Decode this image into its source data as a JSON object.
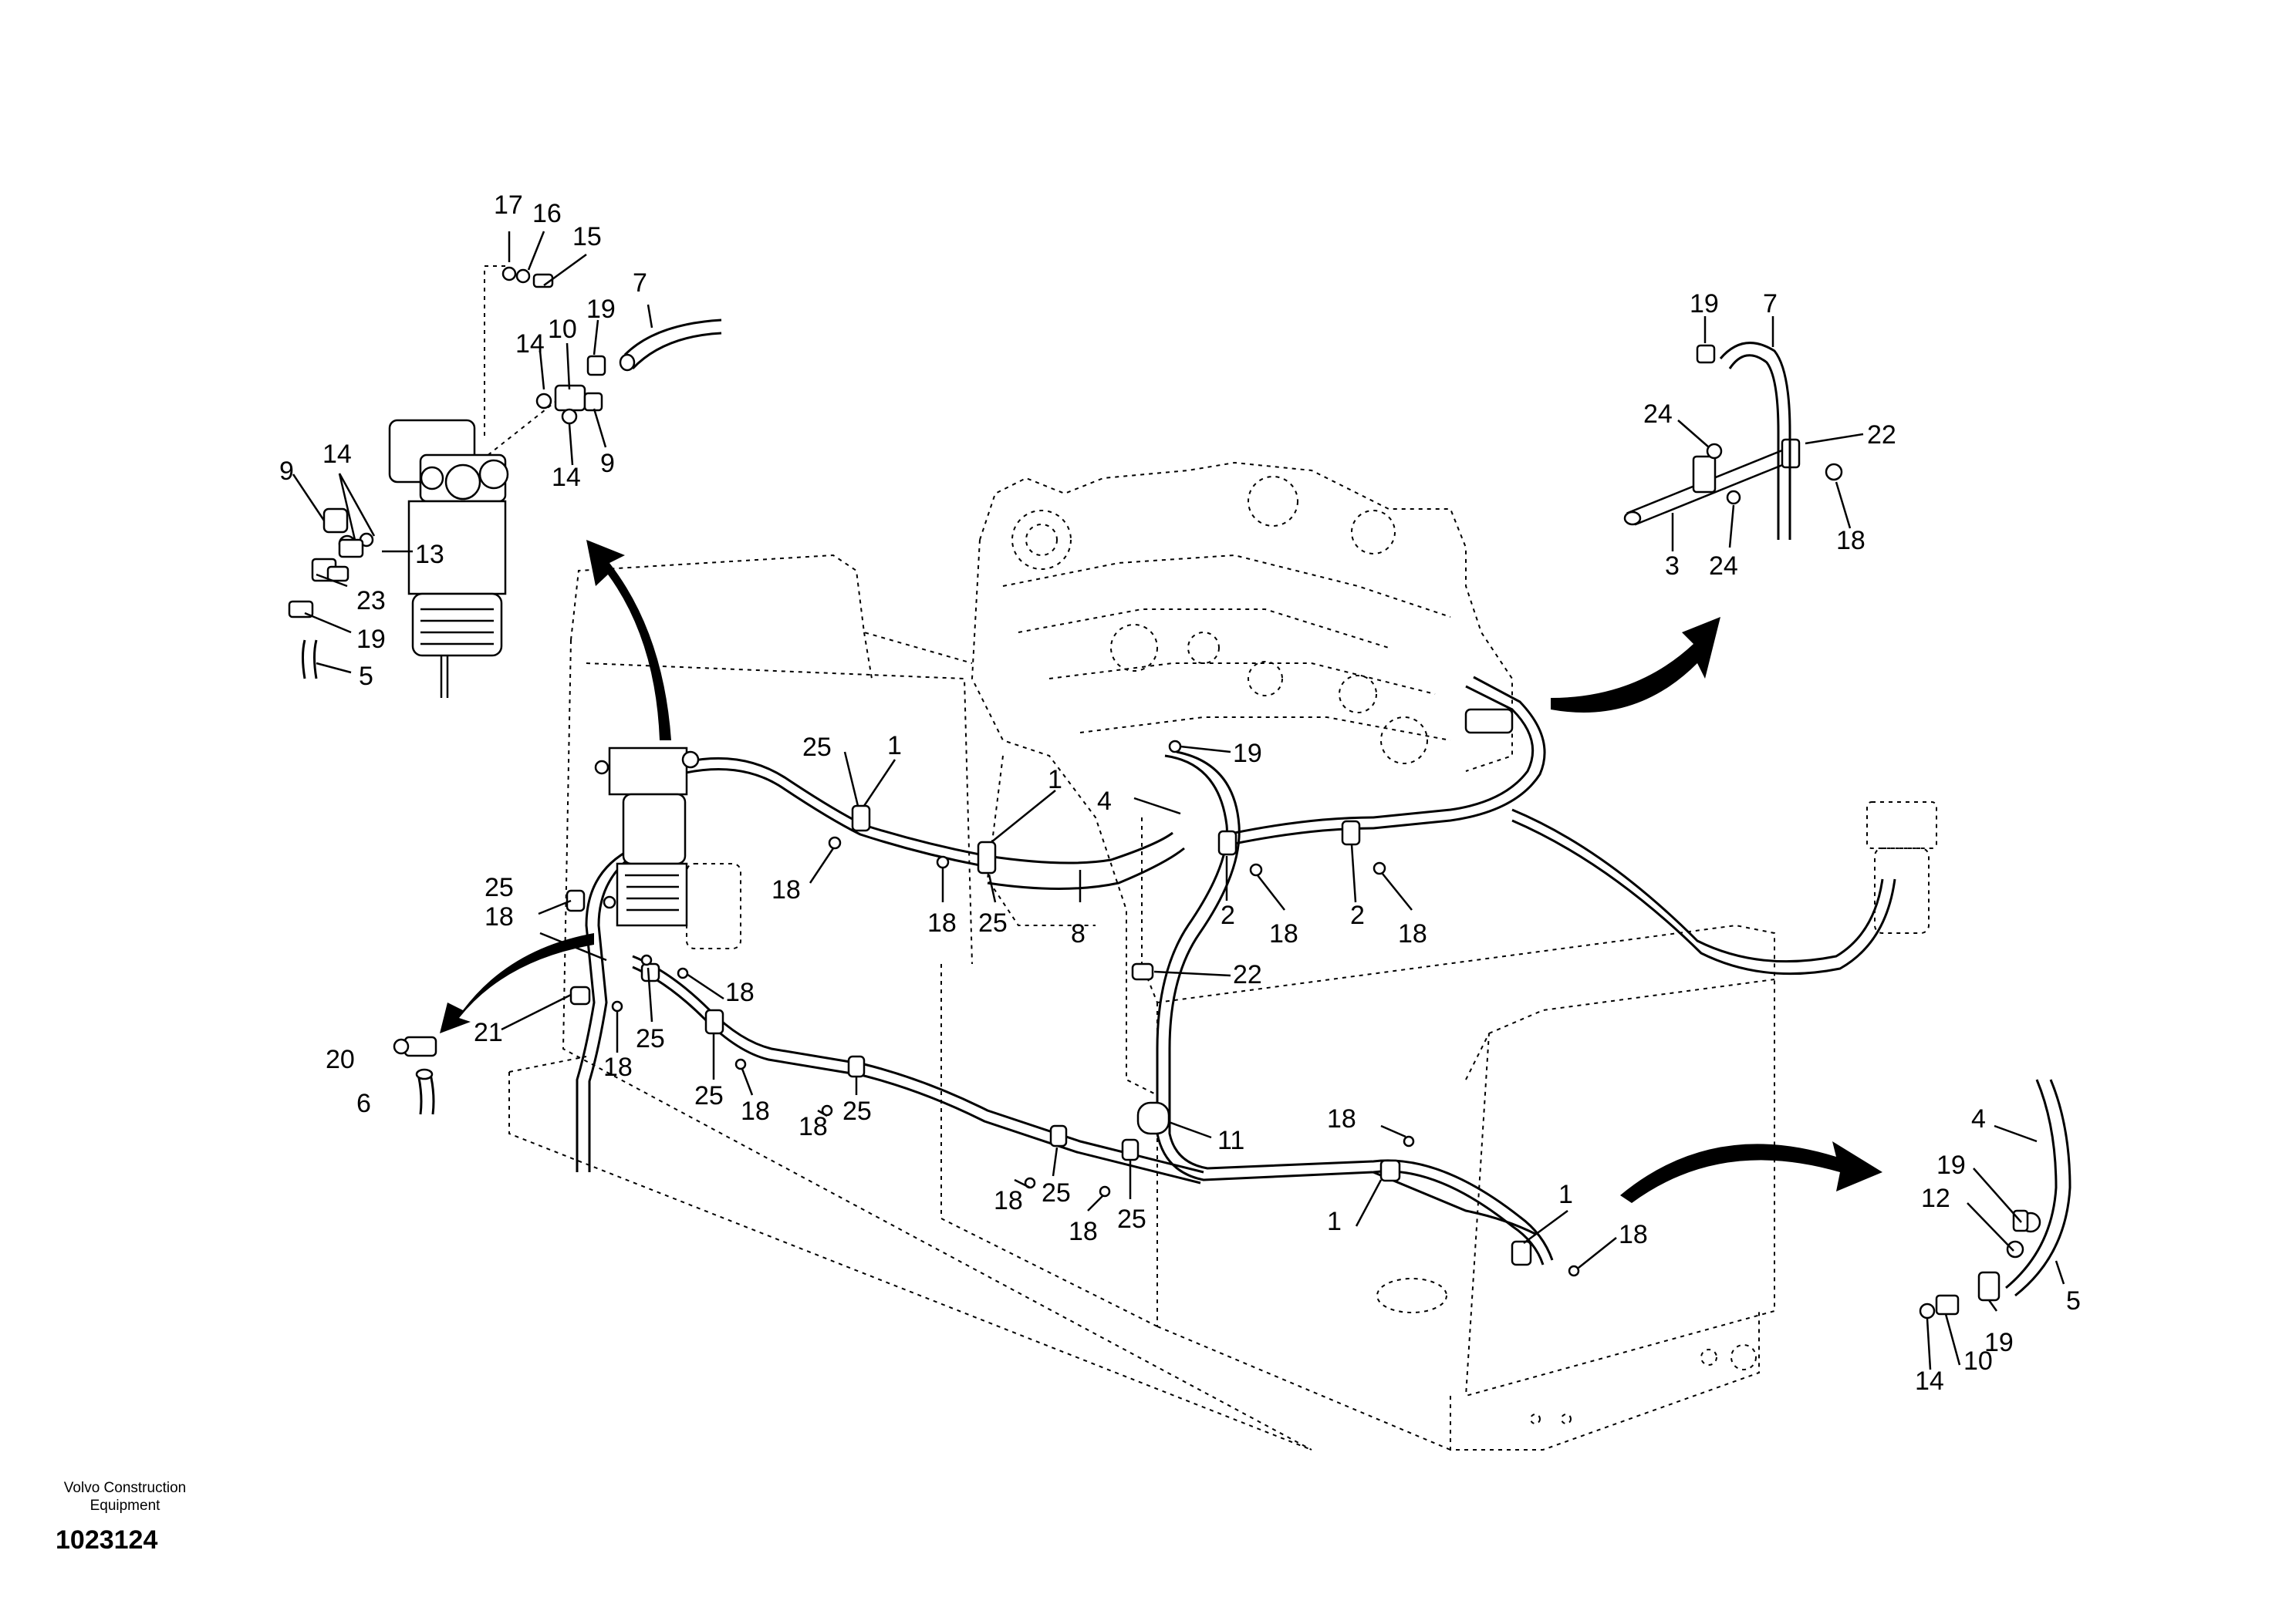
{
  "footer": {
    "company_line1": "Volvo Construction",
    "company_line2": "Equipment",
    "drawing_number": "1023124"
  },
  "callouts": {
    "tl_17": "17",
    "tl_16": "16",
    "tl_15": "15",
    "tl_7": "7",
    "tl_10": "10",
    "tl_19": "19",
    "tl_14a": "14",
    "tl_14b": "14",
    "tl_9a": "9",
    "tl_14c": "14",
    "tl_9b": "9",
    "tl_13": "13",
    "tl_23": "23",
    "tl_19b": "19",
    "tl_5": "5",
    "tr_19": "19",
    "tr_7": "7",
    "tr_24a": "24",
    "tr_22": "22",
    "tr_18": "18",
    "tr_3": "3",
    "tr_24b": "24",
    "m_25a": "25",
    "m_1a": "1",
    "m_1b": "1",
    "m_19": "19",
    "m_4": "4",
    "m_18a": "18",
    "m_18b": "18",
    "m_25b": "25",
    "m_8": "8",
    "m_2a": "2",
    "m_18c": "18",
    "m_2b": "2",
    "m_18d": "18",
    "m_25c": "25",
    "m_18e": "18",
    "m_22": "22",
    "l_21": "21",
    "l_18a": "18",
    "l_18b": "18",
    "l_25a": "25",
    "l_25b": "25",
    "l_18c": "18",
    "l_18d": "18",
    "l_25c": "25",
    "l_20": "20",
    "l_6": "6",
    "b_11": "11",
    "b_18a": "18",
    "b_18b": "18",
    "b_25a": "25",
    "b_18c": "18",
    "b_25b": "25",
    "b_18top": "18",
    "b_1a": "1",
    "b_1b": "1",
    "b_18r": "18",
    "br_4": "4",
    "br_19": "19",
    "br_12": "12",
    "br_5": "5",
    "br_19b": "19",
    "br_14": "14",
    "br_10": "10"
  }
}
